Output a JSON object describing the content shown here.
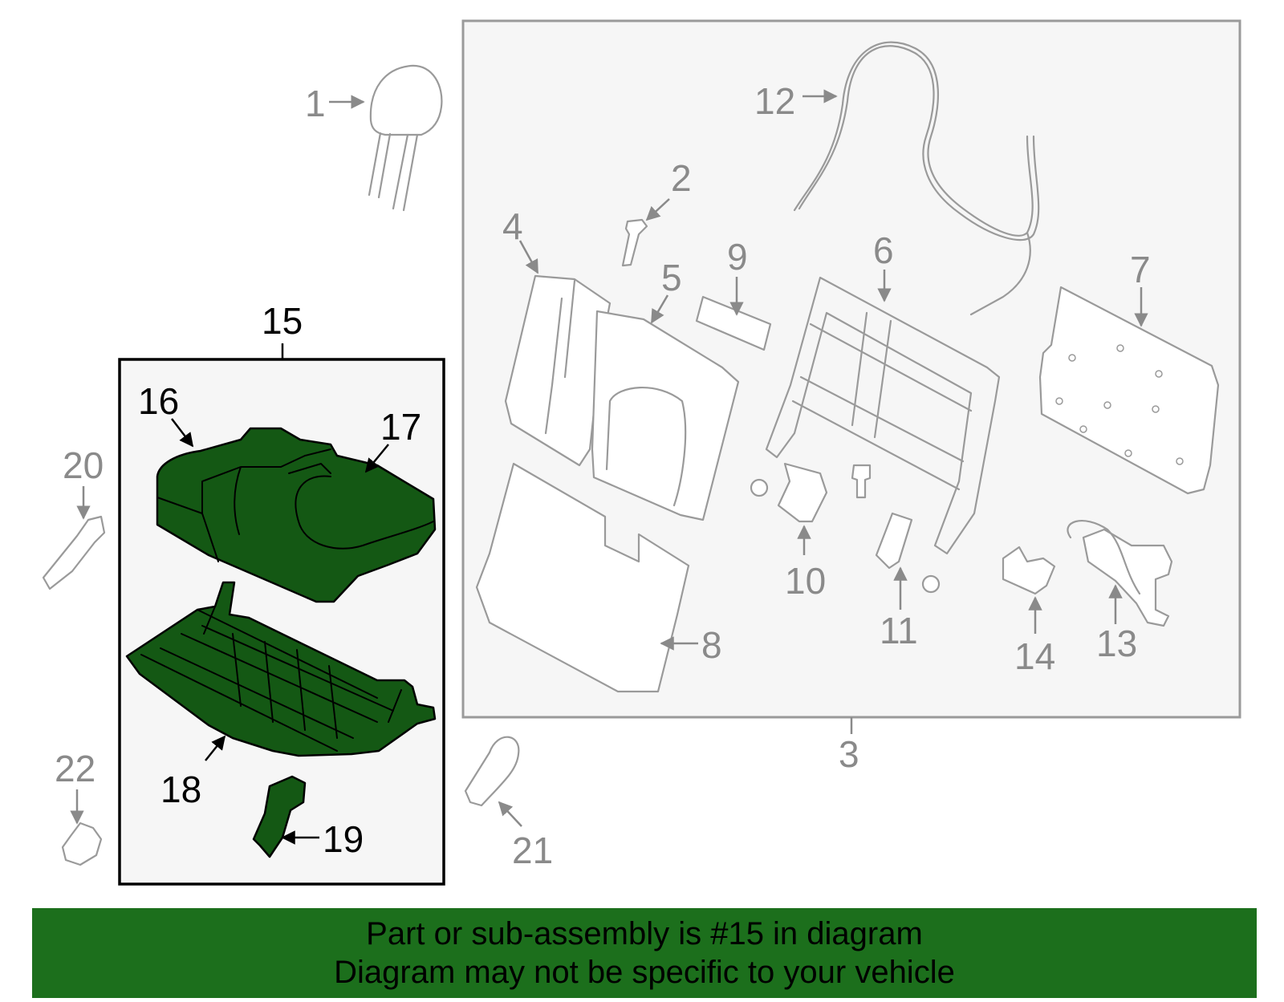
{
  "diagram": {
    "callouts": {
      "c1": "1",
      "c2": "2",
      "c3": "3",
      "c4": "4",
      "c5": "5",
      "c6": "6",
      "c7": "7",
      "c8": "8",
      "c9": "9",
      "c10": "10",
      "c11": "11",
      "c12": "12",
      "c13": "13",
      "c14": "14",
      "c15": "15",
      "c16": "16",
      "c17": "17",
      "c18": "18",
      "c19": "19",
      "c20": "20",
      "c21": "21",
      "c22": "22"
    },
    "highlighted_part": "15",
    "colors": {
      "highlight_fill": "#145814",
      "banner_fill": "#1c6f1c",
      "assembly_box_bg": "#f6f6f6",
      "part_outline": "#9a9a9a",
      "callout_gray": "#8a8a8a"
    }
  },
  "footer": {
    "line1": "Part or sub-assembly is #15 in diagram",
    "line2": "Diagram may not be specific to your vehicle"
  }
}
